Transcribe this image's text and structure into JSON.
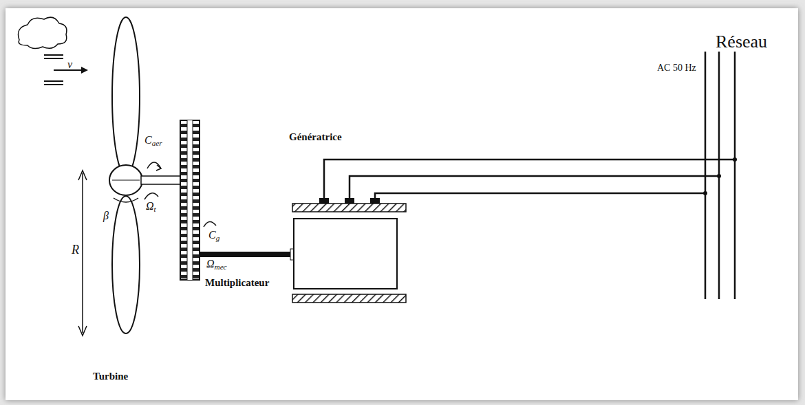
{
  "diagram": {
    "labels": [
      "Réseau",
      "AC 50 Hz",
      "v",
      "Caer",
      "Génératrice",
      "β",
      "Ωt",
      "Cg",
      "R",
      "Ωmec",
      "Multiplicateur",
      "Turbine"
    ]
  }
}
